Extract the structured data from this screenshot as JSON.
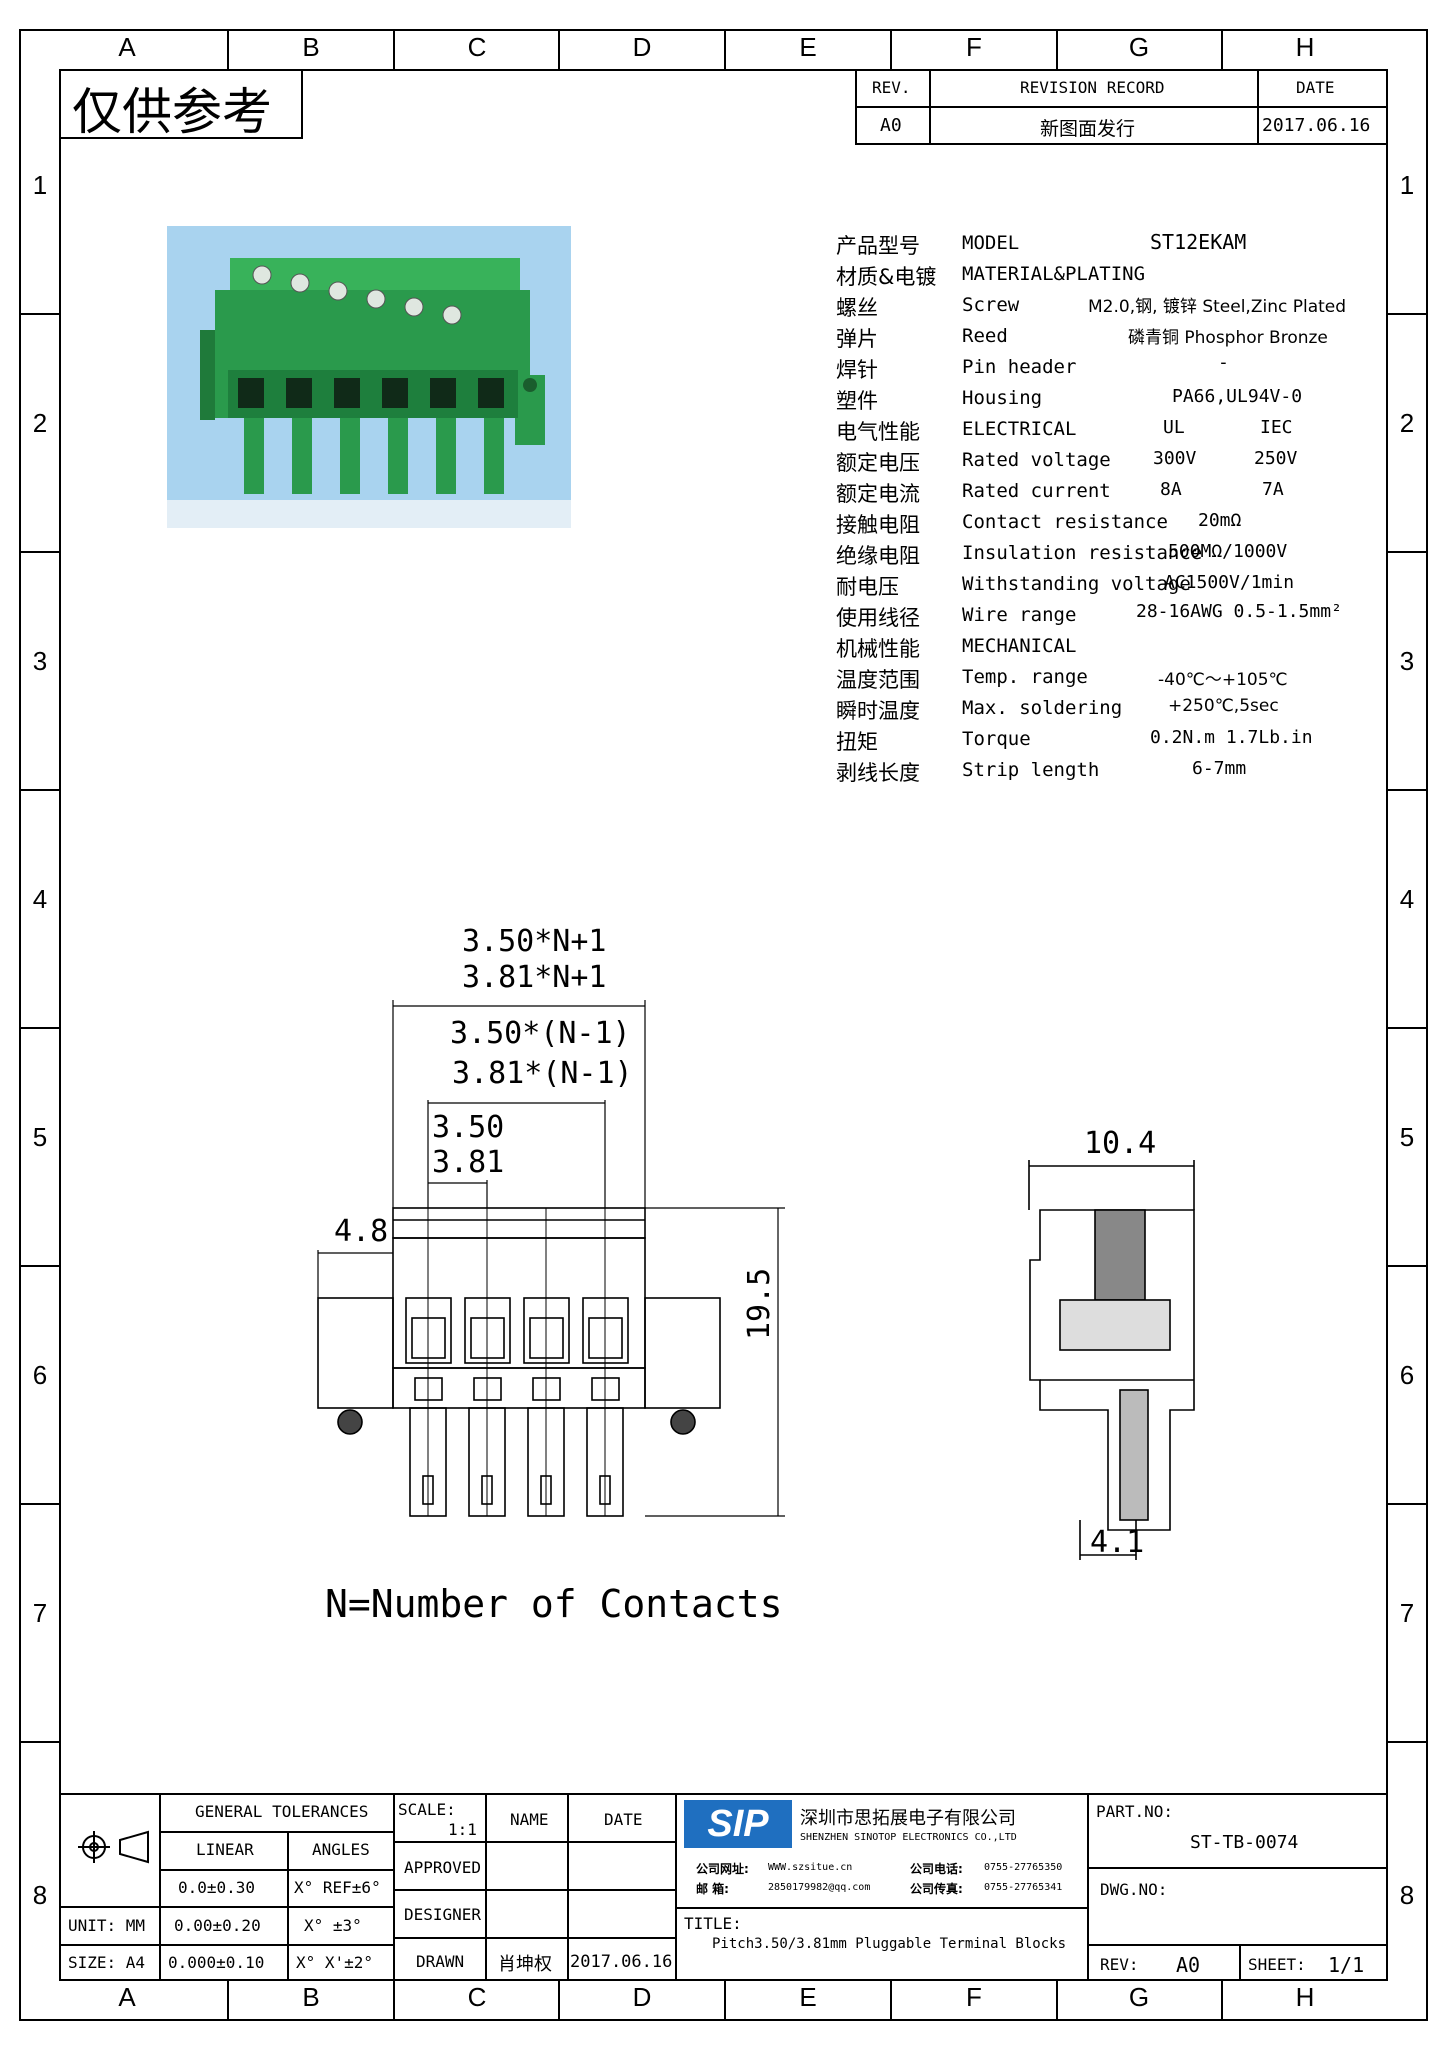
{
  "zones": {
    "cols": [
      "A",
      "B",
      "C",
      "D",
      "E",
      "F",
      "G",
      "H"
    ],
    "rows": [
      "1",
      "2",
      "3",
      "4",
      "5",
      "6",
      "7",
      "8"
    ]
  },
  "stamp": "仅供参考",
  "revision": {
    "rev_label": "REV.",
    "record_label": "REVISION RECORD",
    "date_label": "DATE",
    "rev": "A0",
    "record": "新图面发行",
    "date": "2017.06.16"
  },
  "specs": {
    "model": {
      "cn": "产品型号",
      "en": "MODEL",
      "v": "ST12EKAM"
    },
    "material": {
      "cn": "材质&电镀",
      "en": "MATERIAL&PLATING"
    },
    "screw": {
      "cn": "螺丝",
      "en": "Screw",
      "v": "M2.0,钢, 镀锌 Steel,Zinc Plated"
    },
    "reed": {
      "cn": "弹片",
      "en": "Reed",
      "v": "磷青铜 Phosphor Bronze"
    },
    "pin": {
      "cn": "焊针",
      "en": "Pin header",
      "v": "-"
    },
    "housing": {
      "cn": "塑件",
      "en": "Housing",
      "v": "PA66,UL94V-0"
    },
    "electrical": {
      "cn": "电气性能",
      "en": "ELECTRICAL",
      "v1": "UL",
      "v2": "IEC"
    },
    "voltage": {
      "cn": "额定电压",
      "en": "Rated voltage",
      "v1": "300V",
      "v2": "250V"
    },
    "current": {
      "cn": "额定电流",
      "en": "Rated current",
      "v1": "8A",
      "v2": "7A"
    },
    "contact": {
      "cn": "接触电阻",
      "en": "Contact resistance",
      "v": "20mΩ"
    },
    "insulation": {
      "cn": "绝缘电阻",
      "en": "Insulation resistance",
      "v": "500MΩ/1000V"
    },
    "withstand": {
      "cn": "耐电压",
      "en": "Withstanding voltage",
      "v": "AC1500V/1min"
    },
    "wire": {
      "cn": "使用线径",
      "en": "Wire range",
      "v": "28-16AWG 0.5-1.5mm²"
    },
    "mechanical": {
      "cn": "机械性能",
      "en": "MECHANICAL"
    },
    "temp": {
      "cn": "温度范围",
      "en": "Temp. range",
      "v": "-40℃～+105℃"
    },
    "solder": {
      "cn": "瞬时温度",
      "en": "Max. soldering",
      "v": "+250℃,5sec"
    },
    "torque": {
      "cn": "扭矩",
      "en": "Torque",
      "v": "0.2N.m 1.7Lb.in"
    },
    "strip": {
      "cn": "剥线长度",
      "en": "Strip length",
      "v": "6-7mm"
    }
  },
  "dims": {
    "total1": "3.50*N+1",
    "total2": "3.81*N+1",
    "pitchN1": "3.50*(N-1)",
    "pitchN2": "3.81*(N-1)",
    "p1": "3.50",
    "p2": "3.81",
    "flange": "4.8",
    "height": "19.5",
    "depth": "10.4",
    "pin": "4.1"
  },
  "note": "N=Number of Contacts",
  "title_block": {
    "gen_tol": "GENERAL TOLERANCES",
    "linear": "LINEAR",
    "angles": "ANGLES",
    "lin1": "0.0±0.30",
    "ang1": "X° REF±6°",
    "unit": "UNIT: MM",
    "lin2": "0.00±0.20",
    "ang2": "X° ±3°",
    "size": "SIZE: A4",
    "lin3": "0.000±0.10",
    "ang3": "X° X'±2°",
    "scale_label": "SCALE:",
    "scale": "1:1",
    "name": "NAME",
    "date": "DATE",
    "approved": "APPROVED",
    "designer": "DESIGNER",
    "drawn": "DRAWN",
    "drawn_name": "肖坤权",
    "drawn_date": "2017.06.16",
    "logo": "SIP",
    "company_cn": "深圳市思拓展电子有限公司",
    "company_en": "SHENZHEN SINOTOP ELECTRONICS CO.,LTD",
    "web_label": "公司网址:",
    "web": "WWW.szsitue.cn",
    "tel_label": "公司电话:",
    "tel": "0755-27765350",
    "mail_label": "邮    箱:",
    "mail": "2850179982@qq.com",
    "fax_label": "公司传真:",
    "fax": "0755-27765341",
    "title_label": "TITLE:",
    "title": "Pitch3.50/3.81mm Pluggable Terminal Blocks",
    "part_label": "PART.NO:",
    "part": "ST-TB-0074",
    "dwg_label": "DWG.NO:",
    "rev_label": "REV:",
    "rev": "A0",
    "sheet_label": "SHEET:",
    "sheet": "1/1"
  },
  "colors": {
    "product_green": "#2a9a4c",
    "photo_sky": "#a9d3ef"
  }
}
